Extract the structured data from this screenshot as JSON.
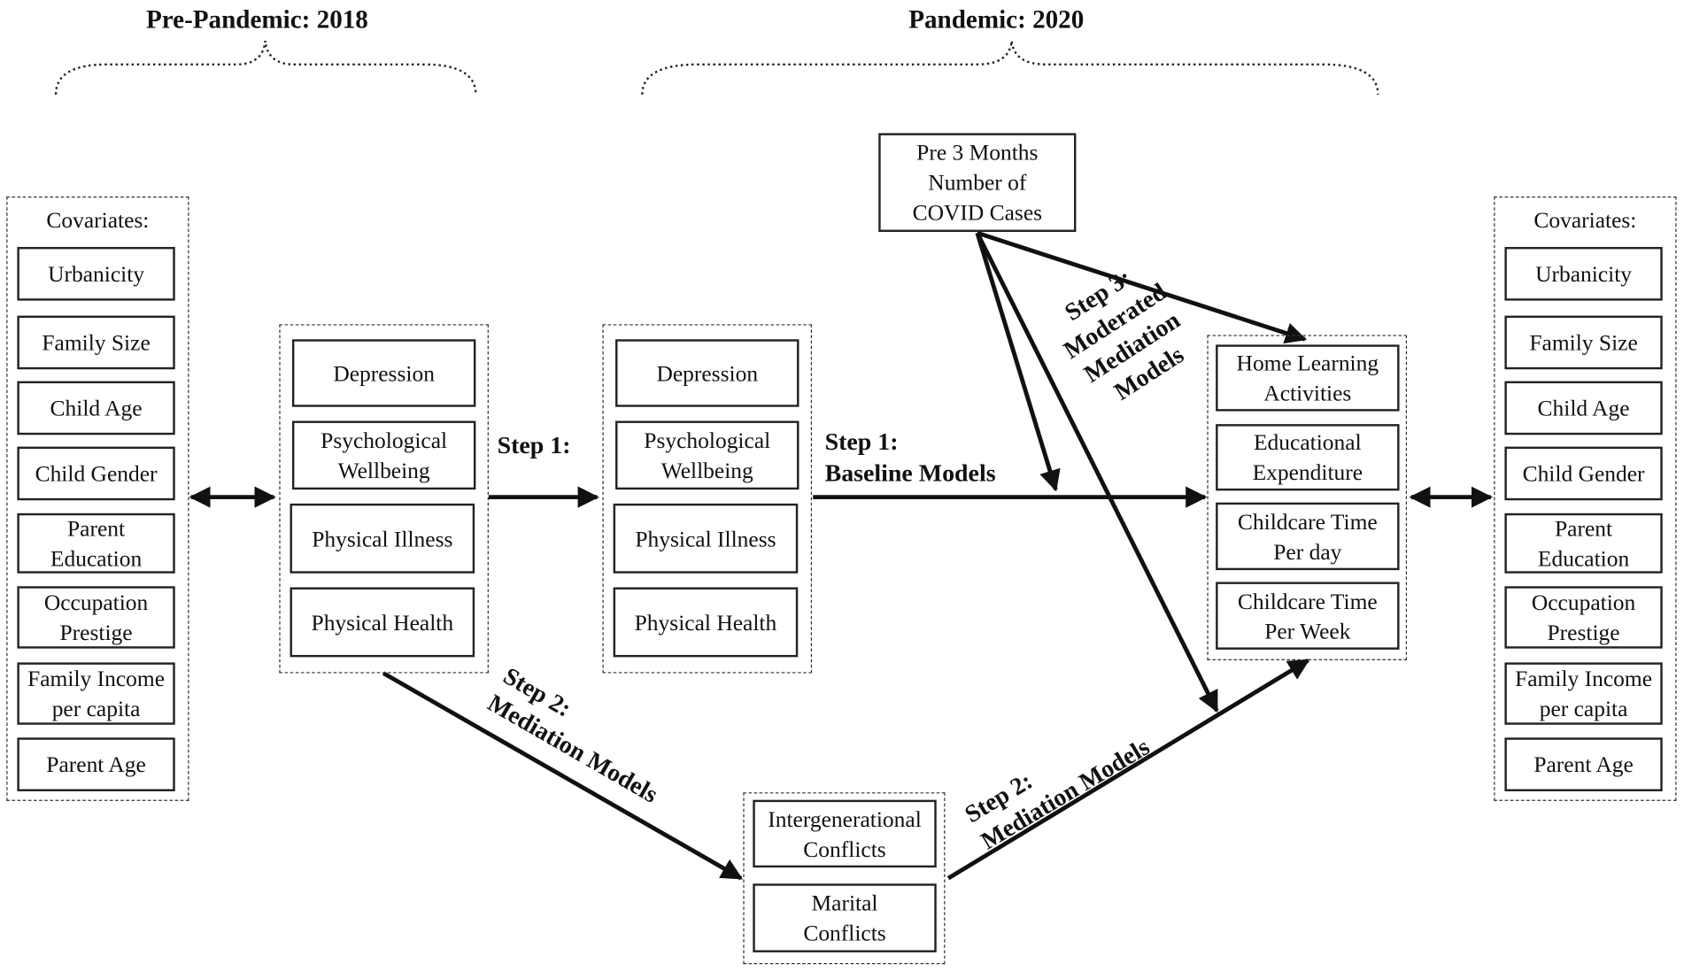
{
  "periods": {
    "pre": "Pre-Pandemic: 2018",
    "pandemic": "Pandemic: 2020"
  },
  "covariates_left": {
    "title": "Covariates:",
    "items": [
      "Urbanicity",
      "Family  Size",
      "Child Age",
      "Child Gender",
      "Parent\nEducation",
      "Occupation\nPrestige",
      "Family Income\nper capita",
      "Parent Age"
    ]
  },
  "covariates_right": {
    "title": "Covariates:",
    "items": [
      "Urbanicity",
      "Family  Size",
      "Child Age",
      "Child Gender",
      "Parent\nEducation",
      "Occupation\nPrestige",
      "Family Income\nper capita",
      "Parent Age"
    ]
  },
  "health_2018": [
    "Depression",
    "Psychological\nWellbeing",
    "Physical  Illness",
    "Physical  Health"
  ],
  "health_2020": [
    "Depression",
    "Psychological\nWellbeing",
    "Physical  Illness",
    "Physical  Health"
  ],
  "moderator": "Pre 3 Months\nNumber of\nCOVID Cases",
  "outcomes": [
    "Home Learning\nActivities",
    "Educational\nExpenditure",
    "Childcare  Time\nPer day",
    "Childcare  Time\nPer Week"
  ],
  "mediators": [
    "Intergenerational\nConflicts",
    "Marital\nConflicts"
  ],
  "labels": {
    "step1_a": "Step 1:",
    "step1_b": "Step 1:\nBaseline Models",
    "step2_left": "Step 2:\nMediation Models",
    "step2_right": "Step 2:\nMediation Models",
    "step3": "Step 3:\nModerated\nMediation\nModels"
  }
}
